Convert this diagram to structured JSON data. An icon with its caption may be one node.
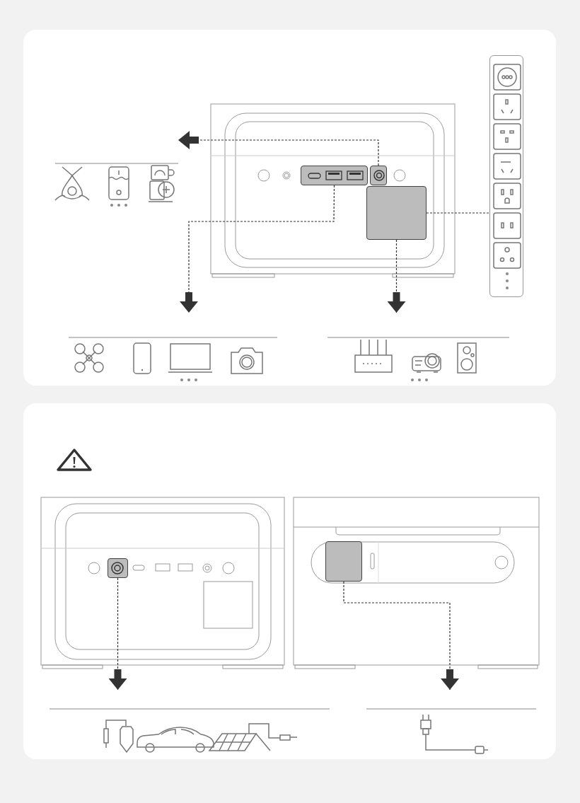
{
  "diagram": {
    "nodes": [
      {
        "text": [],
        "shape": "box"
      },
      {
        "text": [],
        "shape": "box"
      },
      {
        "text": [],
        "shape": "box"
      },
      {
        "text": [],
        "shape": "box"
      },
      {
        "text": [],
        "shape": "picture"
      },
      {
        "text": [],
        "shape": "picture"
      },
      {
        "text": [],
        "shape": "picture"
      },
      {
        "text": [],
        "shape": "box"
      },
      {
        "text": [],
        "shape": "box"
      },
      {
        "text": [],
        "shape": "picture"
      },
      {
        "text": [],
        "shape": "picture"
      }
    ],
    "edges": [
      {
        "from": 0,
        "to": 4,
        "arrow": "to",
        "style": "dashed"
      },
      {
        "from": 1,
        "to": 5,
        "arrow": "to",
        "style": "dashed"
      },
      {
        "from": 2,
        "to": 6,
        "arrow": "to",
        "style": "dashed"
      },
      {
        "from": 2,
        "to": 3,
        "arrow": "none",
        "style": "dashed"
      },
      {
        "from": 7,
        "to": 9,
        "arrow": "to",
        "style": "dashed"
      },
      {
        "from": 8,
        "to": 10,
        "arrow": "to",
        "style": "dashed"
      }
    ]
  }
}
